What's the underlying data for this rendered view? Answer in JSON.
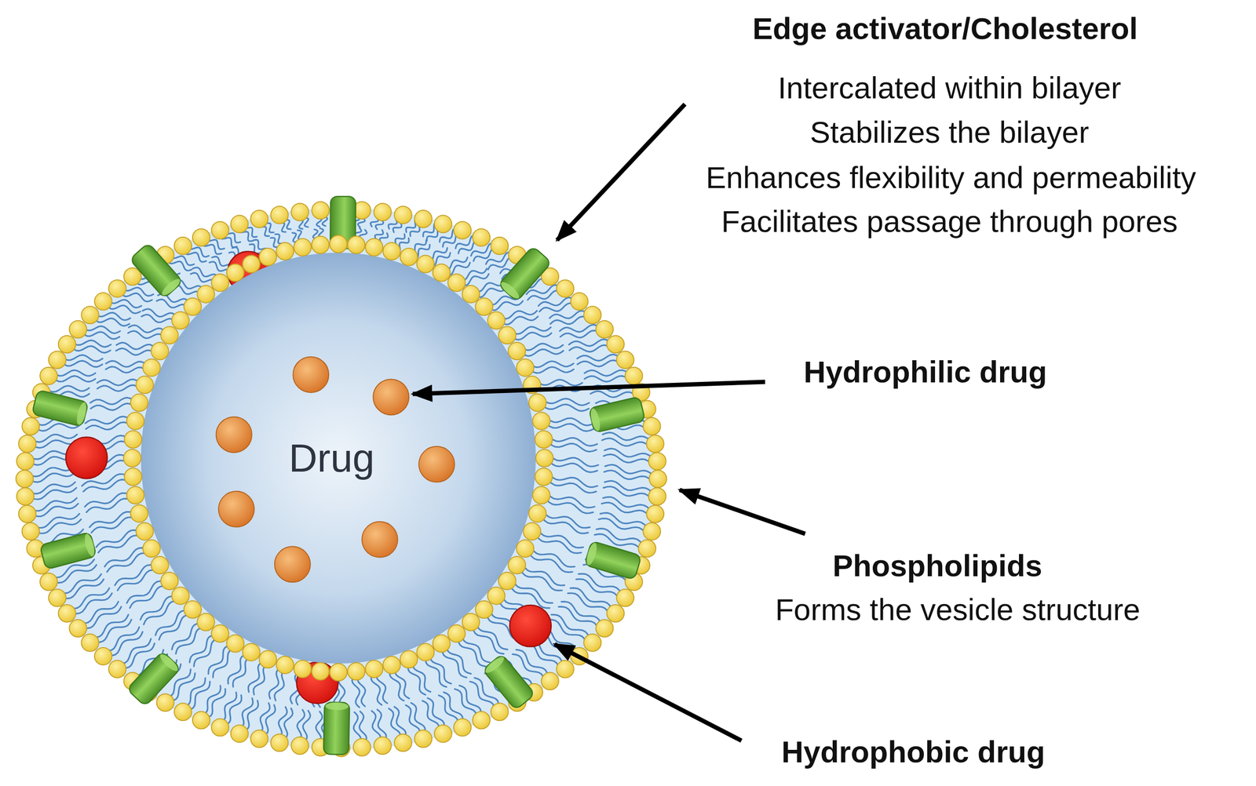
{
  "diagram": {
    "nodes": [
      {
        "text": [
          "Drug"
        ]
      }
    ],
    "labels": [
      "Edge activator/Cholesterol",
      "Intercalated within bilayer",
      "Stabilizes the bilayer",
      "Enhances flexibility and permeability",
      "Facilitates passage through pores",
      "Hydrophilic drug",
      "Phospholipids",
      "Forms the vesicle structure",
      "Hydrophobic drug"
    ]
  }
}
